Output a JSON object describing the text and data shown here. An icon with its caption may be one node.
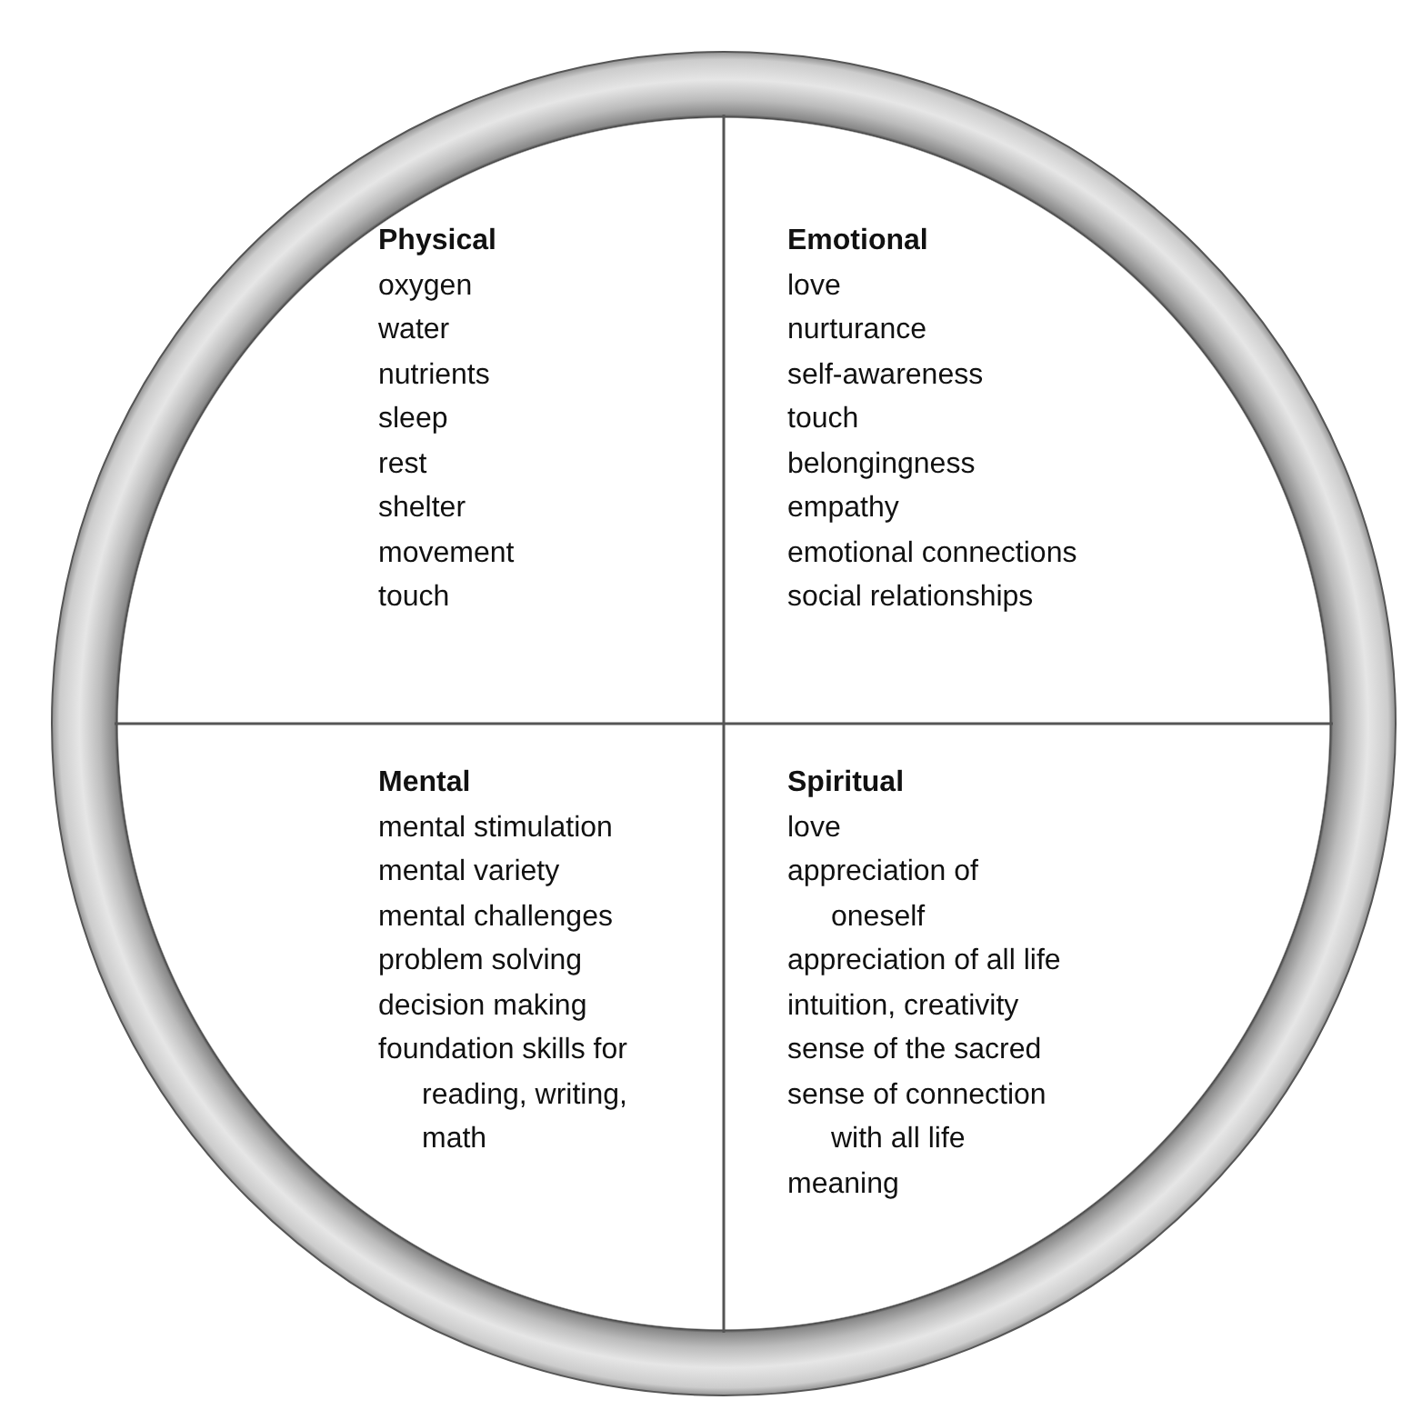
{
  "diagram": {
    "nodes": [
      {
        "text": [],
        "shape": "circle"
      },
      {
        "text": [
          "Physical",
          "oxygen",
          "water",
          "nutrients",
          "sleep",
          "rest",
          "shelter",
          "movement",
          "touch"
        ],
        "in": 0
      },
      {
        "text": [
          "Emotional",
          "love",
          "nurturance",
          "self-awareness",
          "touch",
          "belongingness",
          "empathy",
          "emotional connections",
          "social relationships"
        ],
        "in": 0
      },
      {
        "text": [
          "Mental",
          "mental stimulation",
          "mental variety",
          "mental challenges",
          "problem solving",
          "decision making",
          "foundation skills for reading, writing, math"
        ],
        "in": 0
      },
      {
        "text": [
          "Spiritual",
          "love",
          "appreciation of oneself",
          "appreciation of all life",
          "intuition, creativity",
          "sense of the sacred",
          "sense of connection with all life",
          "meaning"
        ],
        "in": 0
      }
    ]
  }
}
